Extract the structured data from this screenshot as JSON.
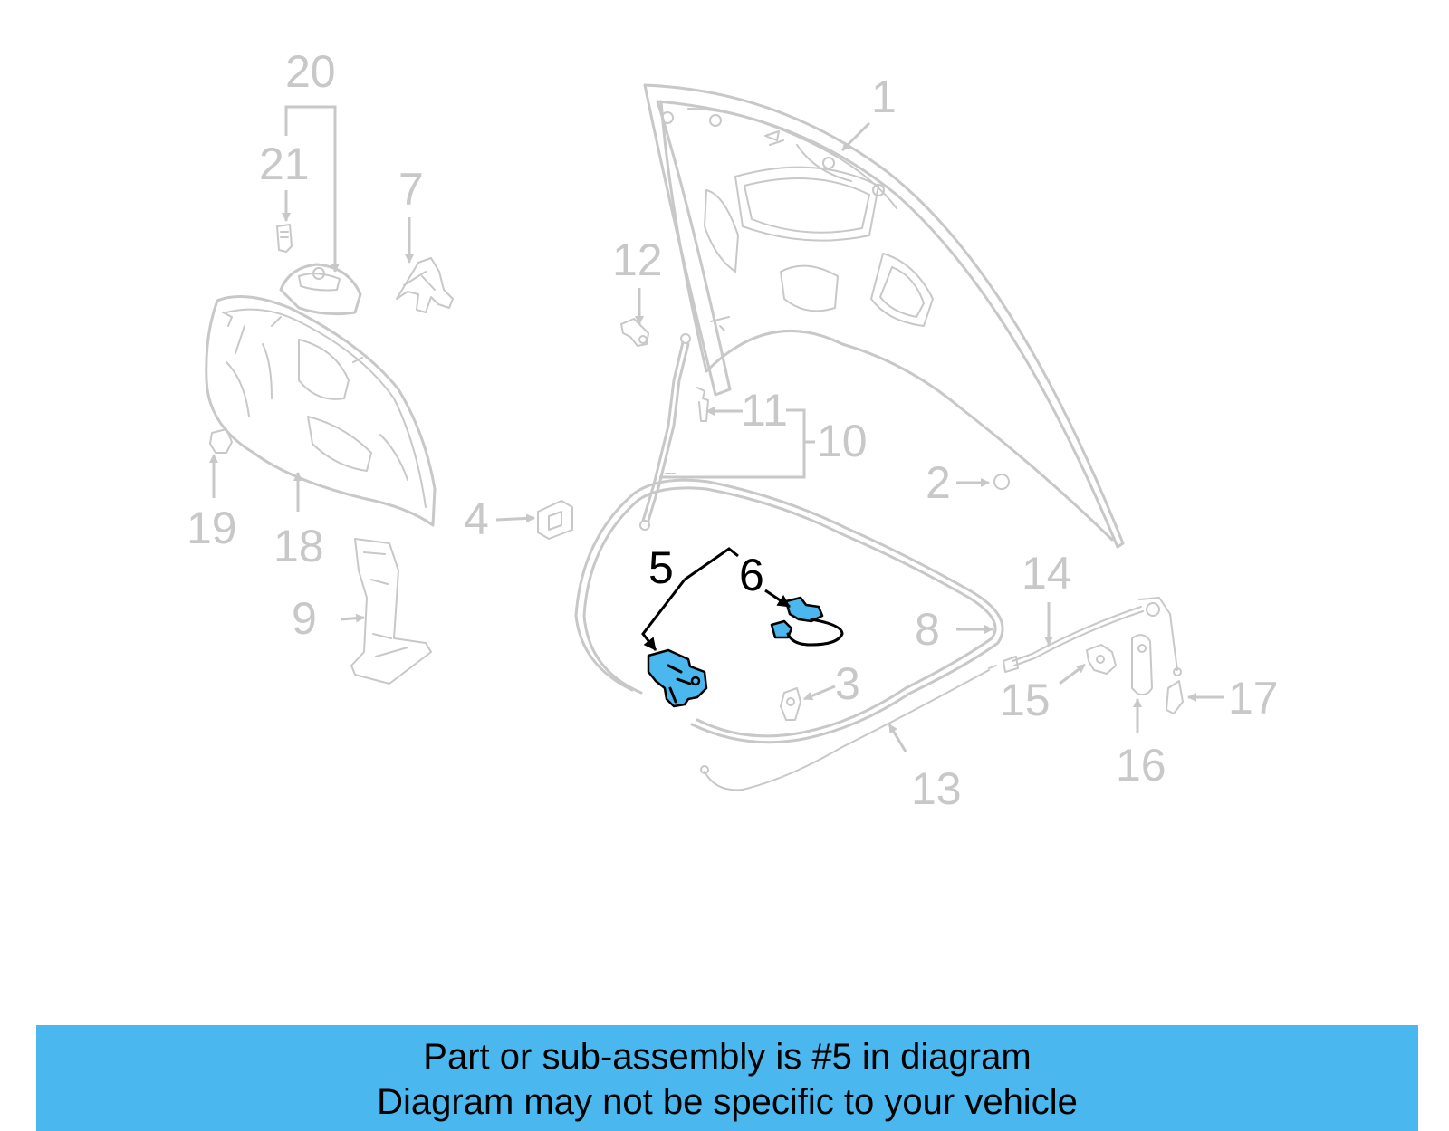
{
  "diagram": {
    "callouts": {
      "c1": "1",
      "c2": "2",
      "c3": "3",
      "c4": "4",
      "c5": "5",
      "c6": "6",
      "c7": "7",
      "c8": "8",
      "c9": "9",
      "c10": "10",
      "c11": "11",
      "c12": "12",
      "c13": "13",
      "c14": "14",
      "c15": "15",
      "c16": "16",
      "c17": "17",
      "c18": "18",
      "c19": "19",
      "c20": "20",
      "c21": "21"
    },
    "highlighted_callouts": [
      "5",
      "6"
    ],
    "highlight_color": "#4ab8ee",
    "line_color": "#c8c8c8"
  },
  "banner": {
    "line1": "Part or sub-assembly is #5 in diagram",
    "line2": "Diagram may not be specific to your vehicle",
    "background": "#4ab8ee"
  }
}
